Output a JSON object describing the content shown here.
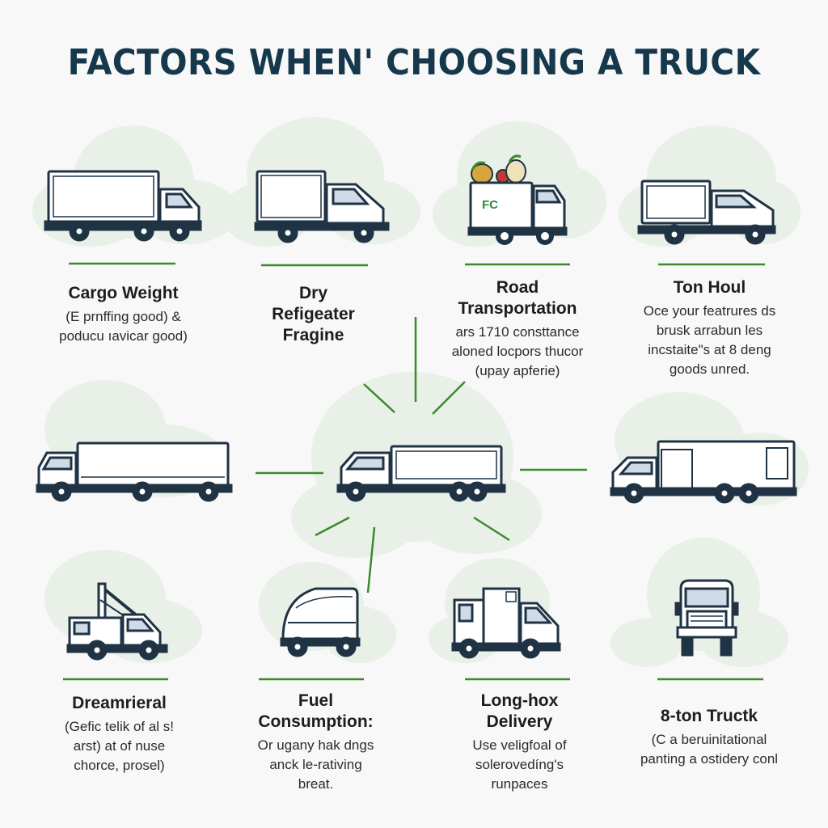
{
  "title": "FACTORS WHEN' CHOOSING A TRUCK",
  "cards": [
    {
      "heading": "Cargo Weight",
      "desc": "(E prnffing good) &\npoducu ıavicar good)"
    },
    {
      "heading": "Dry\nRefigeater\nFragine",
      "desc": ""
    },
    {
      "heading": "Road\nTransportation",
      "desc": "ars 1710 consttance\naloned locpors thucor\n(upay apferie)"
    },
    {
      "heading": "Ton Houl",
      "desc": "Oce your featrures ds\nbrusk arrabun les\nincstaite\"s at 8 deng\ngoods unred."
    },
    {
      "heading": "Dreamrieral",
      "desc": "(Gefic telik of al s!\narst) at of nuse\nchorce, prosel)"
    },
    {
      "heading": "Fuel\nConsumption:",
      "desc": "Or ugany hak dngs\nanck le-rativing\nbreat."
    },
    {
      "heading": "Long-hox\nDelivery",
      "desc": "Use veligfoal of\nsolerovedíng's\nrunpaces"
    },
    {
      "heading": "8-ton Tructk",
      "desc": "(C a beruinitational\npanting a ostidery conl"
    }
  ],
  "truck_logo": "FC",
  "icons": [
    "box-truck-icon",
    "delivery-truck-icon",
    "produce-truck-icon",
    "van-truck-icon",
    "trailer-truck-icon",
    "center-truck-icon",
    "large-box-truck-icon",
    "tow-truck-icon",
    "tanker-truck-icon",
    "cab-over-truck-icon",
    "semi-front-icon"
  ],
  "colors": {
    "title": "#16384d",
    "accent": "#3d8a2e",
    "cloud": "#e7f0e6",
    "outline": "#1f3344"
  }
}
